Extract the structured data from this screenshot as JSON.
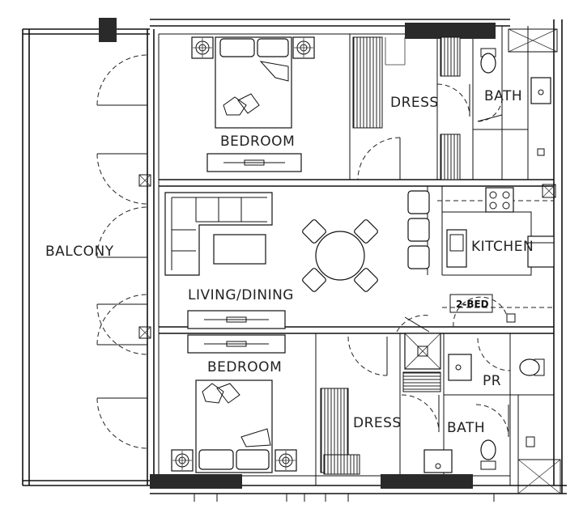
{
  "plan": {
    "rooms": {
      "balcony": "BALCONY",
      "bedroom_top": "BEDROOM",
      "dress_top": "DRESS",
      "bath_top": "BATH",
      "kitchen": "KITCHEN",
      "living_dining": "LIVING/DINING",
      "bedroom_bottom": "BEDROOM",
      "dress_bottom": "DRESS",
      "bath_bottom": "BATH",
      "pr": "PR"
    },
    "unit_tag": "2-BED"
  }
}
